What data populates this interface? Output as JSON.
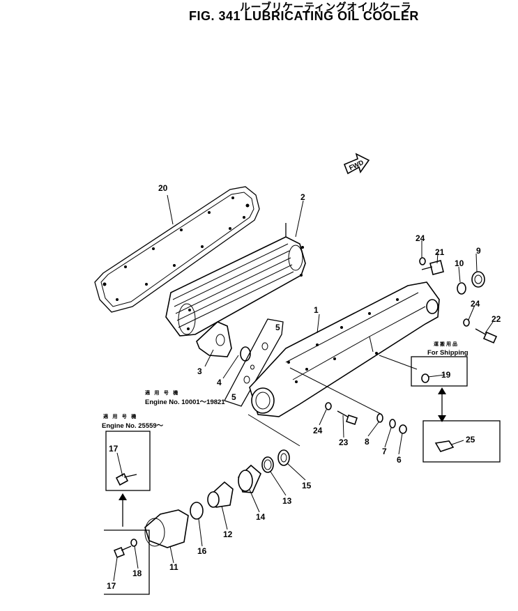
{
  "title": {
    "japanese": "ルーブリケーティングオイルクーラ",
    "english": "FIG. 341  LUBRICATING OIL COOLER"
  },
  "fwd_marker": "FWD",
  "notes": {
    "engine_range_jp": "適 用 号 機",
    "engine_range": "Engine No. 10001～19821",
    "engine_from_jp": "適 用 号 機",
    "engine_from": "Engine No. 25559～",
    "shipping_jp": "運搬用品",
    "shipping": "For Shipping"
  },
  "callouts": {
    "p1": "1",
    "p2": "2",
    "p3": "3",
    "p4": "4",
    "p5a": "5",
    "p5b": "5",
    "p6": "6",
    "p7": "7",
    "p8": "8",
    "p9": "9",
    "p10": "10",
    "p11": "11",
    "p12": "12",
    "p13": "13",
    "p14": "14",
    "p15": "15",
    "p16": "16",
    "p17a": "17",
    "p17b": "17",
    "p18": "18",
    "p19": "19",
    "p20": "20",
    "p21": "21",
    "p22": "22",
    "p23": "23",
    "p24a": "24",
    "p24b": "24",
    "p24c": "24",
    "p25": "25"
  }
}
